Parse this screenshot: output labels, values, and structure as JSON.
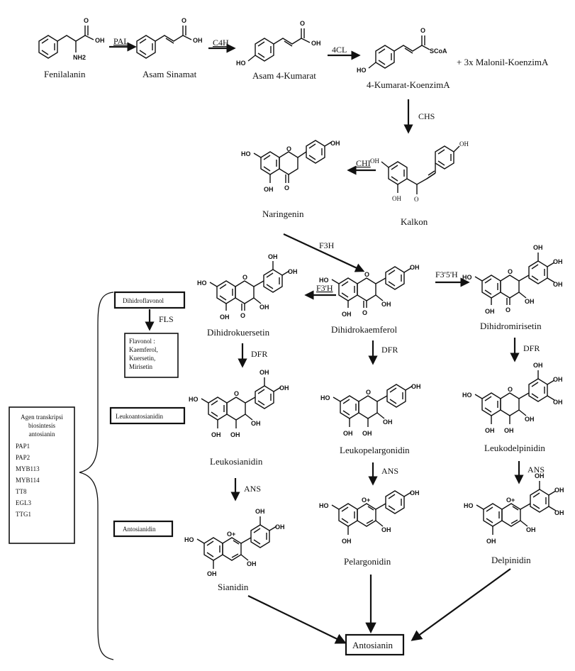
{
  "compounds": {
    "fenilalanin": "Fenilalanin",
    "asam_sinamat": "Asam Sinamat",
    "asam_kumarat": "Asam 4-Kumarat",
    "kumarat_koa": "4-Kumarat-KoenzimA",
    "malonil": "+  3x Malonil-KoenzimA",
    "kalkon": "Kalkon",
    "naringenin": "Naringenin",
    "dihidrokaempferol": "Dihidrokaemferol",
    "dihidrokuersetin": "Dihidrokuersetin",
    "dihidromirisetin": "Dihidromirisetin",
    "leukosianidin": "Leukosianidin",
    "leukopelargonidin": "Leukopelargonidin",
    "leukodelpinidin": "Leukodelpinidin",
    "sianidin": "Sianidin",
    "pelargonidin": "Pelargonidin",
    "delpinidin": "Delpinidin",
    "antosianin": "Antosianin"
  },
  "enzymes": {
    "pal": "PAL",
    "c4h": "C4H",
    "cl4": "4CL",
    "chs": "CHS",
    "chi": "CHI",
    "f3h": "F3H",
    "f3ph": "F3'H",
    "f35h": "F3'5'H",
    "fls": "FLS",
    "dfr": "DFR",
    "ans": "ANS"
  },
  "classes": {
    "dihidroflavonol": "Dihidroflavonol",
    "flavonol": [
      "Flavonol :",
      "Kaemferol,",
      "Kuersetin,",
      "Mirisetin"
    ],
    "leukoantosianidin": "Leukoantosianidin",
    "antosianidin": "Antosianidin"
  },
  "transcription": {
    "title": [
      "Agen transkripsi",
      "biosintesis",
      "antosianin"
    ],
    "agents": [
      "PAP1",
      "PAP2",
      "MYB113",
      "MYB114",
      "TT8",
      "EGL3",
      "TTG1"
    ]
  },
  "atoms": {
    "oh": "OH",
    "ho": "HO",
    "o": "O",
    "o_plus": "O+",
    "nh2": "NH2",
    "scoa": "SCoA"
  }
}
